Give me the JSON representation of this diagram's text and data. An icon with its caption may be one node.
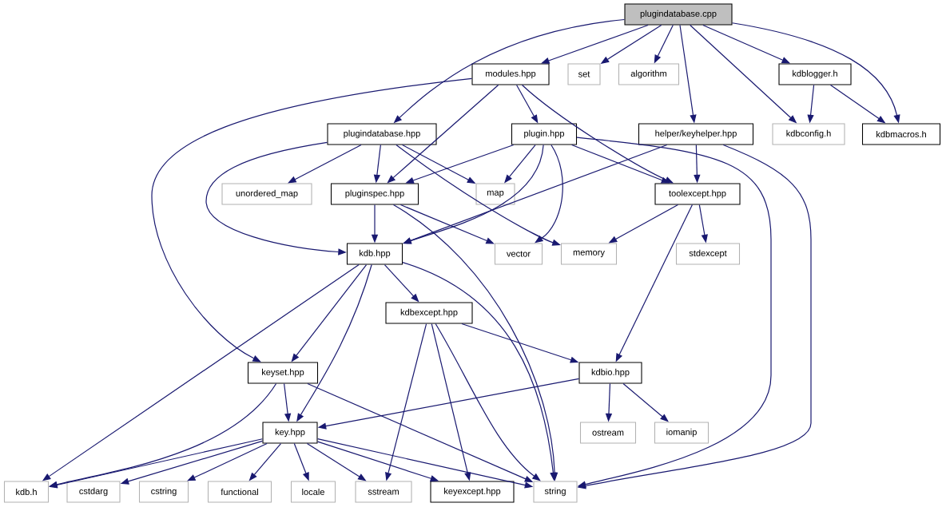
{
  "diagram": {
    "nodes": [
      {
        "text": [
          "plugindatabase.cpp"
        ]
      },
      {
        "text": [
          "modules.hpp"
        ]
      },
      {
        "text": [
          "set"
        ]
      },
      {
        "text": [
          "algorithm"
        ]
      },
      {
        "text": [
          "kdblogger.h"
        ]
      },
      {
        "text": [
          "plugindatabase.hpp"
        ]
      },
      {
        "text": [
          "plugin.hpp"
        ]
      },
      {
        "text": [
          "helper/keyhelper.hpp"
        ]
      },
      {
        "text": [
          "kdbconfig.h"
        ]
      },
      {
        "text": [
          "kdbmacros.h"
        ]
      },
      {
        "text": [
          "unordered_map"
        ]
      },
      {
        "text": [
          "pluginspec.hpp"
        ]
      },
      {
        "text": [
          "map"
        ]
      },
      {
        "text": [
          "toolexcept.hpp"
        ]
      },
      {
        "text": [
          "kdb.hpp"
        ]
      },
      {
        "text": [
          "vector"
        ]
      },
      {
        "text": [
          "memory"
        ]
      },
      {
        "text": [
          "stdexcept"
        ]
      },
      {
        "text": [
          "kdbexcept.hpp"
        ]
      },
      {
        "text": [
          "keyset.hpp"
        ]
      },
      {
        "text": [
          "kdbio.hpp"
        ]
      },
      {
        "text": [
          "key.hpp"
        ]
      },
      {
        "text": [
          "ostream"
        ]
      },
      {
        "text": [
          "iomanip"
        ]
      },
      {
        "text": [
          "kdb.h"
        ]
      },
      {
        "text": [
          "cstdarg"
        ]
      },
      {
        "text": [
          "cstring"
        ]
      },
      {
        "text": [
          "functional"
        ]
      },
      {
        "text": [
          "locale"
        ]
      },
      {
        "text": [
          "sstream"
        ]
      },
      {
        "text": [
          "keyexcept.hpp"
        ]
      },
      {
        "text": [
          "string"
        ]
      }
    ],
    "edges": [
      {
        "from": 0,
        "to": 1,
        "arrow": "to"
      },
      {
        "from": 0,
        "to": 2,
        "arrow": "to"
      },
      {
        "from": 0,
        "to": 3,
        "arrow": "to"
      },
      {
        "from": 0,
        "to": 4,
        "arrow": "to"
      },
      {
        "from": 0,
        "to": 5,
        "arrow": "to"
      },
      {
        "from": 0,
        "to": 7,
        "arrow": "to"
      },
      {
        "from": 0,
        "to": 8,
        "arrow": "to"
      },
      {
        "from": 0,
        "to": 9,
        "arrow": "to"
      },
      {
        "from": 4,
        "to": 8,
        "arrow": "to"
      },
      {
        "from": 4,
        "to": 9,
        "arrow": "to"
      },
      {
        "from": 1,
        "to": 6,
        "arrow": "to"
      },
      {
        "from": 1,
        "to": 11,
        "arrow": "to"
      },
      {
        "from": 1,
        "to": 13,
        "arrow": "to"
      },
      {
        "from": 1,
        "to": 19,
        "arrow": "to"
      },
      {
        "from": 5,
        "to": 10,
        "arrow": "to"
      },
      {
        "from": 5,
        "to": 11,
        "arrow": "to"
      },
      {
        "from": 5,
        "to": 12,
        "arrow": "to"
      },
      {
        "from": 5,
        "to": 14,
        "arrow": "to"
      },
      {
        "from": 5,
        "to": 16,
        "arrow": "to"
      },
      {
        "from": 6,
        "to": 11,
        "arrow": "to"
      },
      {
        "from": 6,
        "to": 12,
        "arrow": "to"
      },
      {
        "from": 6,
        "to": 13,
        "arrow": "to"
      },
      {
        "from": 6,
        "to": 14,
        "arrow": "to"
      },
      {
        "from": 6,
        "to": 15,
        "arrow": "to"
      },
      {
        "from": 6,
        "to": 31,
        "arrow": "to"
      },
      {
        "from": 7,
        "to": 13,
        "arrow": "to"
      },
      {
        "from": 7,
        "to": 14,
        "arrow": "to"
      },
      {
        "from": 7,
        "to": 31,
        "arrow": "to"
      },
      {
        "from": 11,
        "to": 14,
        "arrow": "to"
      },
      {
        "from": 11,
        "to": 15,
        "arrow": "to"
      },
      {
        "from": 11,
        "to": 31,
        "arrow": "to"
      },
      {
        "from": 13,
        "to": 16,
        "arrow": "to"
      },
      {
        "from": 13,
        "to": 17,
        "arrow": "to"
      },
      {
        "from": 13,
        "to": 20,
        "arrow": "to"
      },
      {
        "from": 14,
        "to": 18,
        "arrow": "to"
      },
      {
        "from": 14,
        "to": 19,
        "arrow": "to"
      },
      {
        "from": 14,
        "to": 21,
        "arrow": "to"
      },
      {
        "from": 14,
        "to": 24,
        "arrow": "to"
      },
      {
        "from": 14,
        "to": 31,
        "arrow": "to"
      },
      {
        "from": 18,
        "to": 20,
        "arrow": "to"
      },
      {
        "from": 18,
        "to": 29,
        "arrow": "to"
      },
      {
        "from": 18,
        "to": 30,
        "arrow": "to"
      },
      {
        "from": 18,
        "to": 31,
        "arrow": "to"
      },
      {
        "from": 19,
        "to": 21,
        "arrow": "to"
      },
      {
        "from": 19,
        "to": 24,
        "arrow": "to"
      },
      {
        "from": 19,
        "to": 31,
        "arrow": "to"
      },
      {
        "from": 20,
        "to": 21,
        "arrow": "to"
      },
      {
        "from": 20,
        "to": 22,
        "arrow": "to"
      },
      {
        "from": 20,
        "to": 23,
        "arrow": "to"
      },
      {
        "from": 21,
        "to": 24,
        "arrow": "to"
      },
      {
        "from": 21,
        "to": 25,
        "arrow": "to"
      },
      {
        "from": 21,
        "to": 26,
        "arrow": "to"
      },
      {
        "from": 21,
        "to": 27,
        "arrow": "to"
      },
      {
        "from": 21,
        "to": 28,
        "arrow": "to"
      },
      {
        "from": 21,
        "to": 29,
        "arrow": "to"
      },
      {
        "from": 21,
        "to": 30,
        "arrow": "to"
      },
      {
        "from": 21,
        "to": 31,
        "arrow": "to"
      }
    ]
  }
}
